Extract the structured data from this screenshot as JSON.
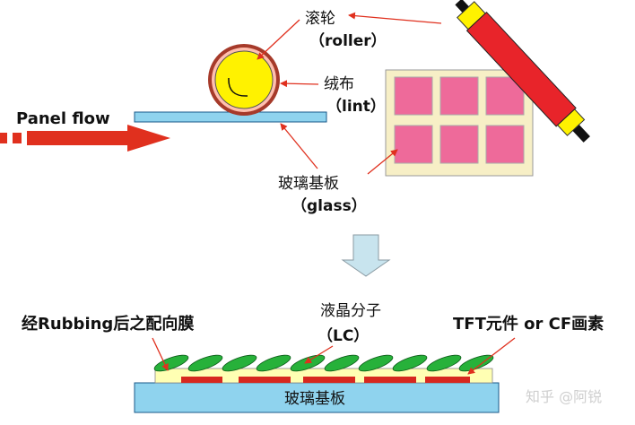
{
  "labels": {
    "roller_cn": "滚轮",
    "roller_en": "（roller）",
    "lint_cn": "绒布",
    "lint_en": "（lint）",
    "glass_cn": "玻璃基板",
    "glass_en": "（glass）",
    "panel_flow": "Panel flow",
    "rubbing": "经Rubbing后之配向膜",
    "lc_cn": "液晶分子",
    "lc_en": "（LC）",
    "tft": "TFT元件 or CF画素",
    "bottom_glass": "玻璃基板"
  },
  "watermark": "知乎 @阿锐",
  "colors": {
    "arrow_red": "#e0301e",
    "glass_blue": "#8fd3ee",
    "roller_yellow": "#fff200",
    "roller_red": "#e8242a",
    "pixel_pink": "#ee6a9a",
    "frame_beige": "#f7efc6",
    "lc_green": "#27b13a",
    "film_yellow": "#ffffb3",
    "element_red": "#d7281f",
    "down_arrow": "#c8e4ee"
  }
}
